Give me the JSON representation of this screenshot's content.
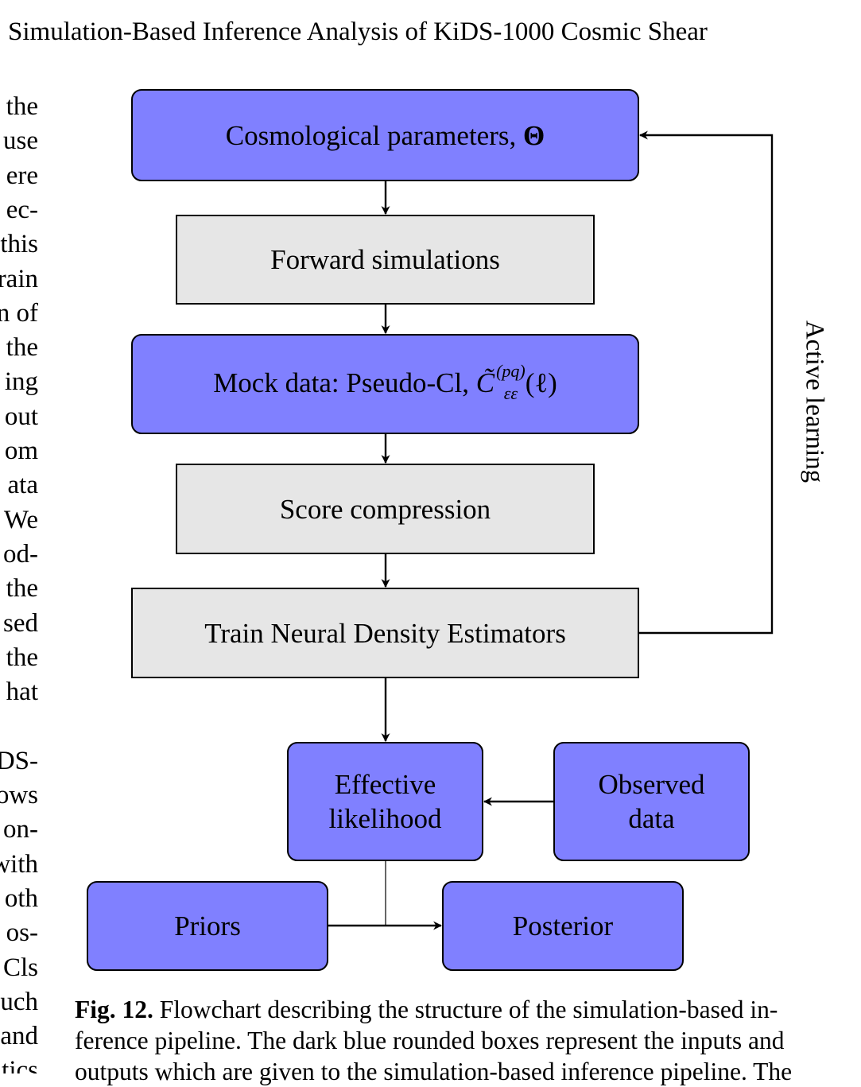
{
  "running_head": "Simulation-Based Inference Analysis of KiDS-1000 Cosmic Shear",
  "left_column_fragments": [
    "the",
    "use",
    "ere",
    "ec-",
    "this",
    "rain",
    "n of",
    "the",
    "ing",
    "out",
    "om",
    "ata",
    "We",
    "od-",
    "the",
    "sed",
    "the",
    "hat",
    "",
    "DS-",
    "ows",
    "on-",
    "with",
    "oth",
    "os-",
    "Cls",
    "uch",
    "and",
    "tics"
  ],
  "flowchart": {
    "cosmo_params": "Cosmological parameters,",
    "cosmo_params_symbol": "Θ",
    "forward_sims": "Forward simulations",
    "mock_data_prefix": "Mock data: Pseudo-Cl,",
    "mock_data_symbol": "C̃",
    "mock_data_superscript": "(pq)",
    "mock_data_subscript": "εε",
    "mock_data_suffix": "(ℓ)",
    "score_compression": "Score compression",
    "train_nde": "Train Neural Density Estimators",
    "effective_likelihood_l1": "Effective",
    "effective_likelihood_l2": "likelihood",
    "observed_data_l1": "Observed",
    "observed_data_l2": "data",
    "priors": "Priors",
    "posterior": "Posterior",
    "active_learning": "Active learning"
  },
  "caption": {
    "fig_label": "Fig. 12.",
    "line1": " Flowchart describing the structure of the simulation-based in-",
    "line2": "ference pipeline. The dark blue rounded boxes represent the inputs and",
    "line3": "outputs which are given to the simulation-based inference pipeline. The"
  },
  "colors": {
    "input_output_box": "#8080ff",
    "process_box": "#e6e6e6",
    "stroke": "#000000"
  }
}
